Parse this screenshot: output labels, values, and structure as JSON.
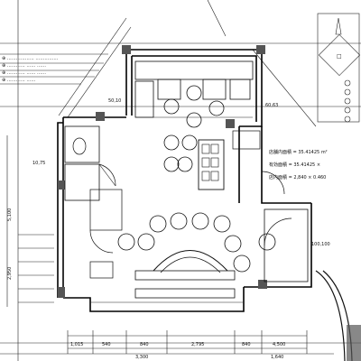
{
  "drawing": {
    "area_lines": [
      "店舗内面積 = 35.41425 m²",
      "有効面積 = 35.41425 ×",
      "店内面積 = 2,840 × 0.460"
    ],
    "dimensions_bottom": [
      "1,015",
      "540",
      "840",
      "2,795",
      "840",
      "4,500"
    ],
    "dimensions_bottom_row2": [
      "3,300",
      "1,640"
    ],
    "dimensions_left": [
      "10,75",
      "5,100",
      "2,950"
    ],
    "dimension_right": "100,100",
    "dimension_right_upper": "60,63",
    "dimension_upper_left": "50,10"
  },
  "colors": {
    "ink": "#111111",
    "paper": "#ffffff",
    "hatch": "#555555"
  }
}
